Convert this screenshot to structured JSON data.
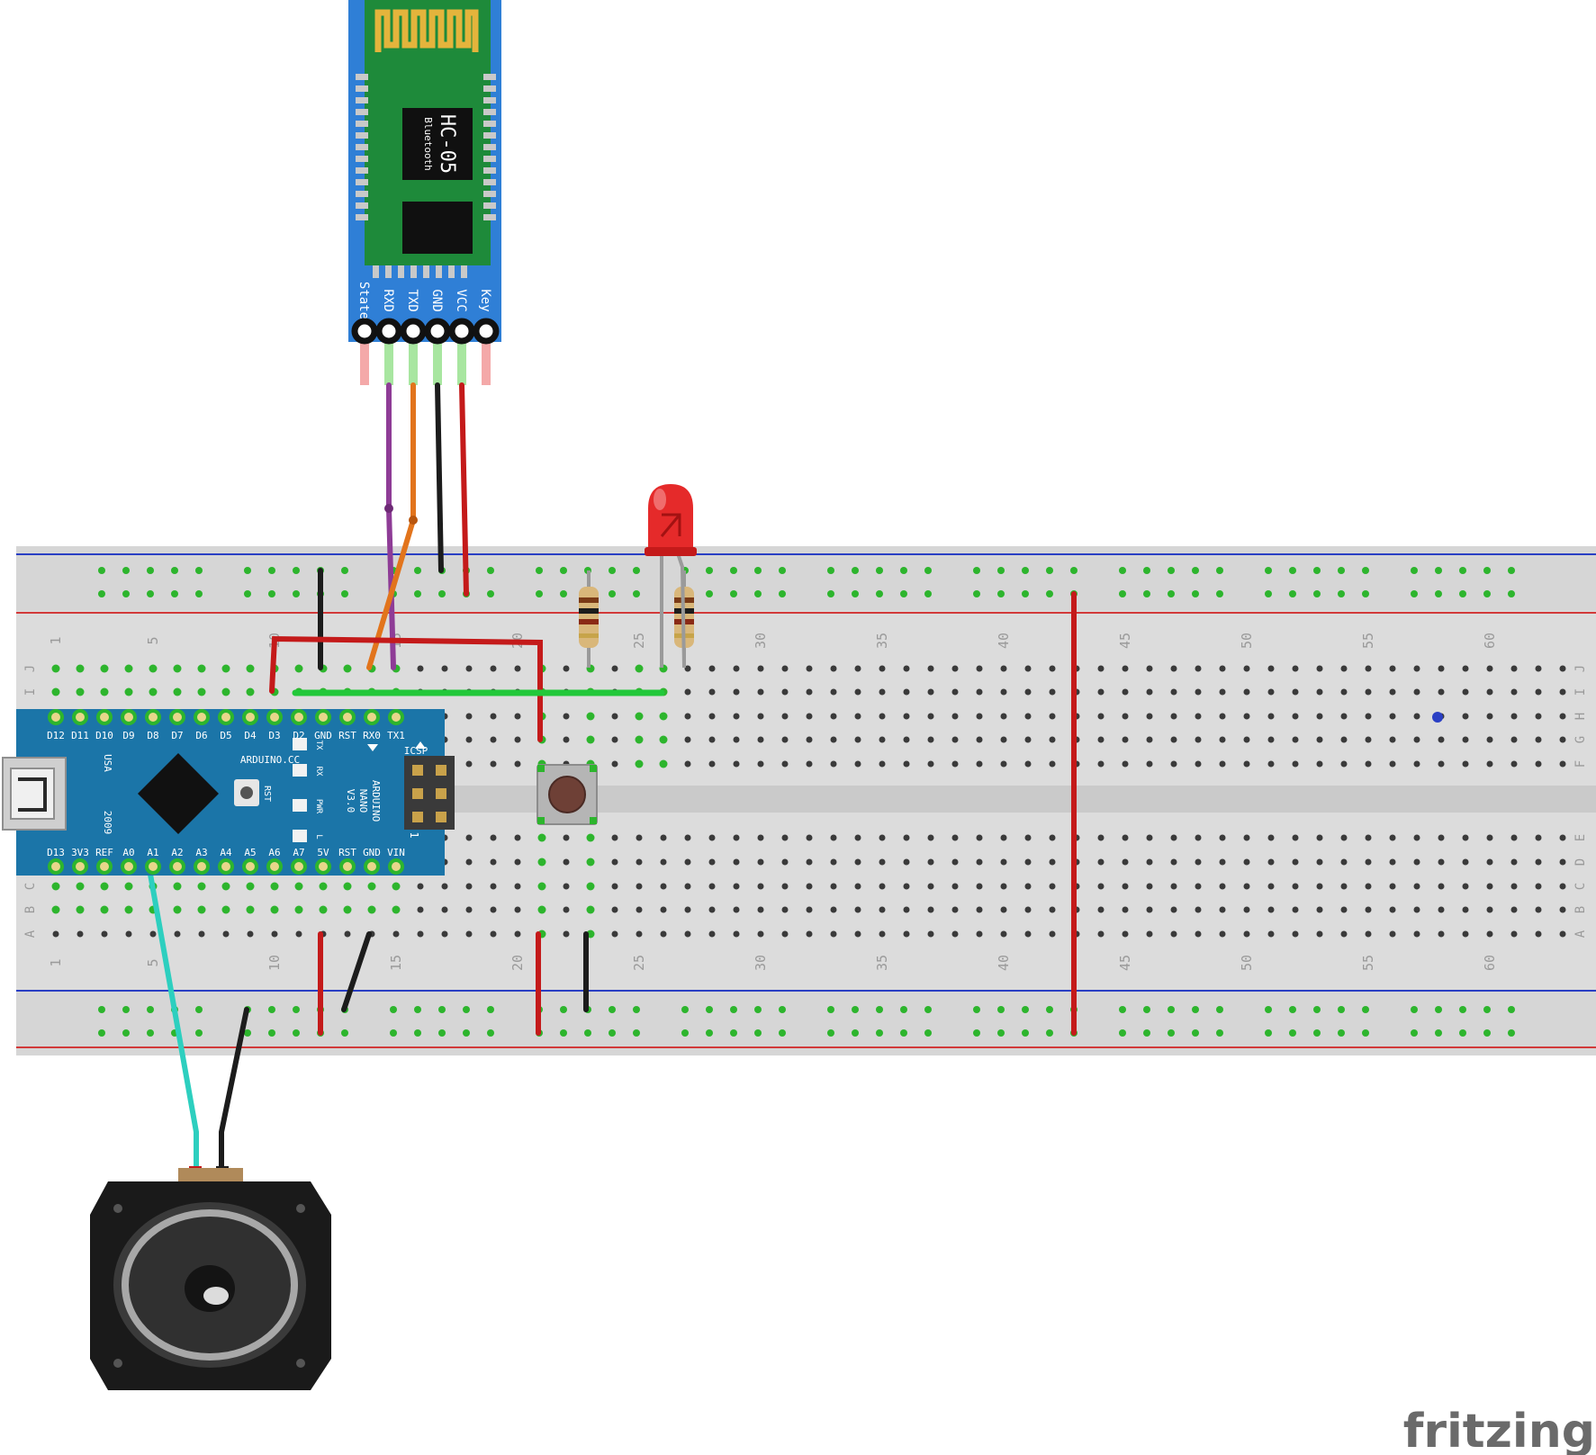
{
  "breadboard": {
    "row_letters_top": [
      "J",
      "I",
      "H",
      "G",
      "F"
    ],
    "row_letters_bottom": [
      "E",
      "D",
      "C",
      "B",
      "A"
    ],
    "column_numbers": [
      "1",
      "5",
      "10",
      "15",
      "20",
      "25",
      "30",
      "35",
      "40",
      "45",
      "50",
      "55",
      "60"
    ]
  },
  "hc05": {
    "chip_title": "HC-05",
    "chip_subtitle": "Bluetooth",
    "pins": [
      "State",
      "RXD",
      "TXD",
      "GND",
      "VCC",
      "Key"
    ]
  },
  "nano": {
    "top_pins": [
      "D12",
      "D11",
      "D10",
      "D9",
      "D8",
      "D7",
      "D6",
      "D5",
      "D4",
      "D3",
      "D2",
      "GND",
      "RST",
      "RX0",
      "TX1"
    ],
    "bottom_pins": [
      "D13",
      "3V3",
      "REF",
      "A0",
      "A1",
      "A2",
      "A3",
      "A4",
      "A5",
      "A6",
      "A7",
      "5V",
      "RST",
      "GND",
      "VIN"
    ],
    "site": "ARDUINO.CC",
    "model_lines": [
      "ARDUINO",
      "NANO",
      "V3.0"
    ],
    "icsp": "ICSP",
    "usa": "USA",
    "year": "2009",
    "reset_label": "RST",
    "leds": [
      "TX",
      "RX",
      "PWR",
      "L"
    ],
    "header_index": "1"
  },
  "watermark": "fritzing",
  "colors": {
    "breadboard": "#dcdcdc",
    "hole_green": "#2db52d",
    "red_wire": "#c41a1a",
    "black_wire": "#1c1c1c",
    "purple_wire": "#8e3c96",
    "orange_wire": "#e2741c",
    "green_wire": "#22c83a",
    "cyan_wire": "#2dcfbf",
    "hc05_board": "#2f7fd6",
    "nano_board": "#1b75a8",
    "led": "#e52a2a"
  }
}
